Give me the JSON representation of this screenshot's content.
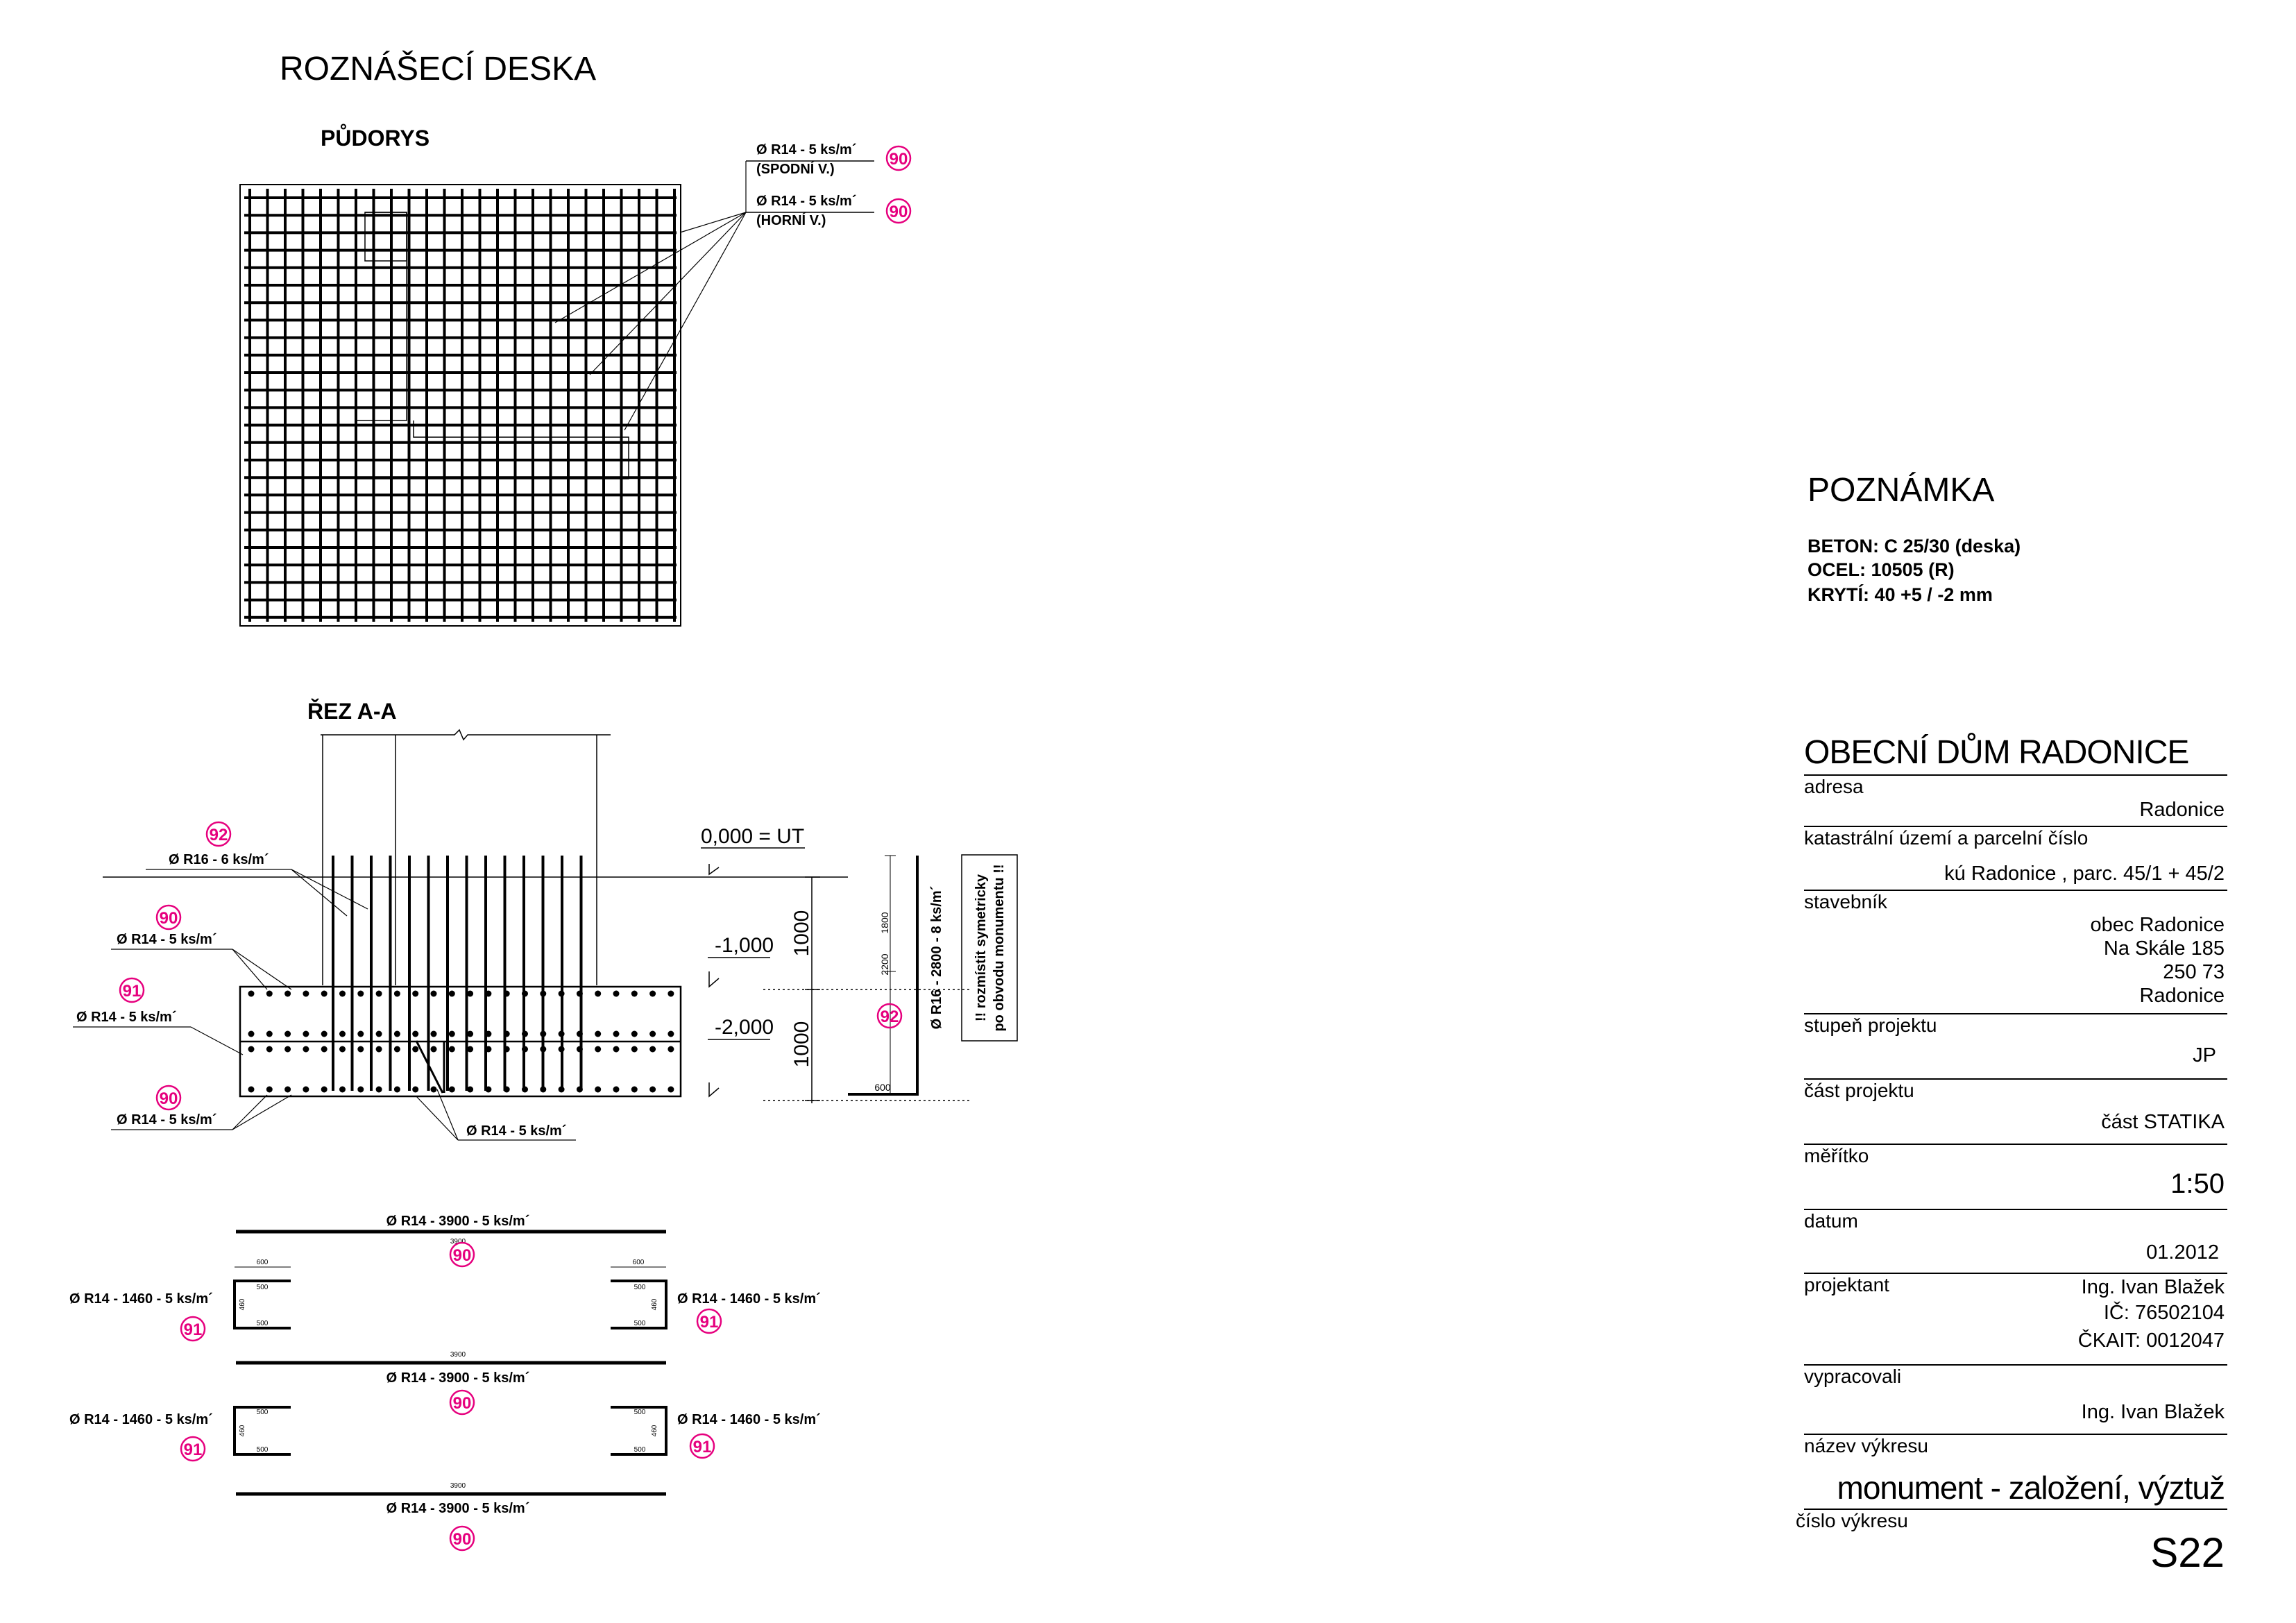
{
  "drawing": {
    "title": "ROZNÁŠECÍ DESKA",
    "plan": {
      "label": "PŮDORYS",
      "rebar_bottom": {
        "spec": "Ø R14 - 5 ks/m´",
        "layer": "(SPODNÍ V.)",
        "mark": "90"
      },
      "rebar_top": {
        "spec": "Ø R14 - 5 ks/m´",
        "layer": "(HORNÍ V.)",
        "mark": "90"
      }
    },
    "section": {
      "label": "ŘEZ A-A",
      "level_ut": "0,000 = UT",
      "level_1": "-1,000",
      "level_2": "-2,000",
      "dim_1000a": "1000",
      "dim_1000b": "1000",
      "callouts": [
        {
          "spec": "Ø R16 - 6 ks/m´",
          "mark": "92"
        },
        {
          "spec": "Ø R14 - 5 ks/m´",
          "mark": "90"
        },
        {
          "spec": "Ø R14 - 5 ks/m´",
          "mark": "91"
        },
        {
          "spec": "Ø R14 - 5 ks/m´",
          "mark": "90"
        },
        {
          "spec": "Ø R14 - 5 ks/m´"
        }
      ],
      "bar_detail": {
        "spec": "Ø R16 - 2800 - 8 ks/m´",
        "dim_a": "1800",
        "dim_b": "2200",
        "dim_c": "600",
        "mark": "92"
      },
      "note_line1": "!! rozmístit symetricky",
      "note_line2": "po obvodu monumentu !!"
    },
    "schedule": {
      "straight_bars": [
        {
          "spec": "Ø R14 - 3900 - 5 ks/m´",
          "length": "3900",
          "mark": "90"
        },
        {
          "spec": "Ø R14 - 3900 - 5 ks/m´",
          "length": "3900",
          "mark": "90"
        },
        {
          "spec": "Ø R14 - 3900 - 5 ks/m´",
          "length": "3900",
          "mark": "90"
        }
      ],
      "u_bars": {
        "spec": "Ø R14 - 1460 - 5 ks/m´",
        "mark": "91",
        "dim_leg": "500",
        "dim_height": "460",
        "dim_top": "600"
      }
    }
  },
  "note": {
    "title": "POZNÁMKA",
    "lines": [
      "BETON: C 25/30 (deska)",
      "OCEL: 10505 (R)",
      "KRYTÍ: 40  +5 / -2 mm"
    ]
  },
  "title_block": {
    "project_name": "OBECNÍ DŮM RADONICE",
    "rows": [
      {
        "label": "adresa",
        "values": [
          "Radonice"
        ]
      },
      {
        "label": "katastrální území a parcelní číslo",
        "values": [
          "kú Radonice , parc. 45/1 + 45/2"
        ]
      },
      {
        "label": "stavebník",
        "values": [
          "obec Radonice",
          "Na Skále 185",
          "250 73",
          "Radonice"
        ]
      },
      {
        "label": "stupeň projektu",
        "values": [
          "JP"
        ]
      },
      {
        "label": "část projektu",
        "values": [
          "část STATIKA"
        ]
      },
      {
        "label": "měřítko",
        "values": [
          "1:50"
        ]
      },
      {
        "label": "datum",
        "values": [
          "01.2012"
        ]
      },
      {
        "label": "projektant",
        "values": [
          "Ing. Ivan Blažek",
          "IČ: 76502104",
          "ČKAIT: 0012047"
        ]
      },
      {
        "label": "vypracovali",
        "values": [
          "Ing. Ivan Blažek"
        ]
      },
      {
        "label": "název výkresu",
        "values": [
          "monument - založení, výztuž"
        ]
      },
      {
        "label": "číslo výkresu",
        "values": [
          "S22"
        ]
      }
    ]
  }
}
